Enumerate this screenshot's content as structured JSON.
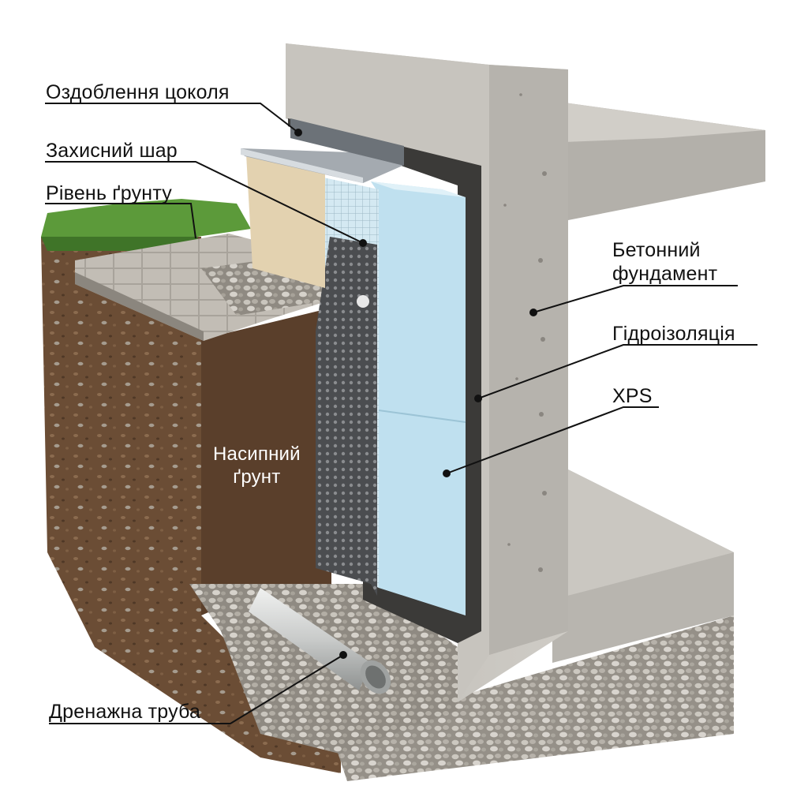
{
  "labels": {
    "facade_finish": "Оздоблення цоколя",
    "protective_layer": "Захисний шар",
    "ground_level": "Рівень ґрунту",
    "concrete_foundation_line1": "Бетонний",
    "concrete_foundation_line2": "фундамент",
    "waterproofing": "Гідроізоляція",
    "xps": "XPS",
    "backfill_line1": "Насипний",
    "backfill_line2": "ґрунт",
    "drain_pipe": "Дренажна труба"
  },
  "colors": {
    "concrete": "#c9c6c0",
    "soil": "#6e4f36",
    "gravel": "#a19d95",
    "xps": "#bfe0ef",
    "membrane": "#4b4d50",
    "waterproofing": "#3b3a38",
    "plaster": "#e3d2b0",
    "grass": "#5c9a3a",
    "paving": "#b7b2aa",
    "pipe": "#d5d7d6"
  }
}
